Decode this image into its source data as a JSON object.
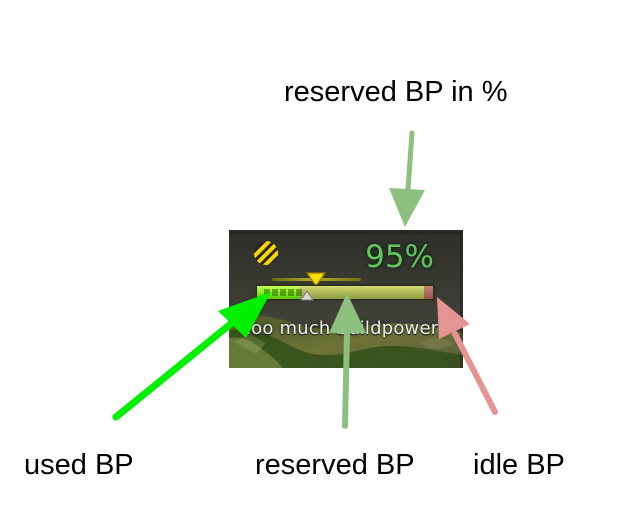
{
  "labels": {
    "reserved_percent": "reserved BP in %",
    "used": "used BP",
    "reserved": "reserved BP",
    "idle": "idle BP"
  },
  "widget": {
    "percent_text": "95%",
    "status_text": "Too much buildpower",
    "bar": {
      "used_fraction": 0.24,
      "reserved_fraction": 0.95,
      "idle_fraction": 0.05
    },
    "icon": "striped-circle-icon"
  },
  "arrows": [
    {
      "name": "reserved-percent-arrow",
      "color": "#8dc07f",
      "icon": "arrow-down-icon"
    },
    {
      "name": "used-bp-arrow",
      "color": "#00f000",
      "icon": "arrow-up-right-icon"
    },
    {
      "name": "reserved-bp-arrow",
      "color": "#8dc07f",
      "icon": "arrow-up-icon"
    },
    {
      "name": "idle-bp-arrow",
      "color": "#e69393",
      "icon": "arrow-up-left-icon"
    }
  ],
  "colors": {
    "percent": "#63c55e",
    "used_bar": "#83ea1c",
    "reserved_bar": "#a9b655",
    "idle_bar": "#9b5948",
    "pointer_yellow": "#f4dd0d",
    "pointer_white": "#d7d7d7"
  }
}
